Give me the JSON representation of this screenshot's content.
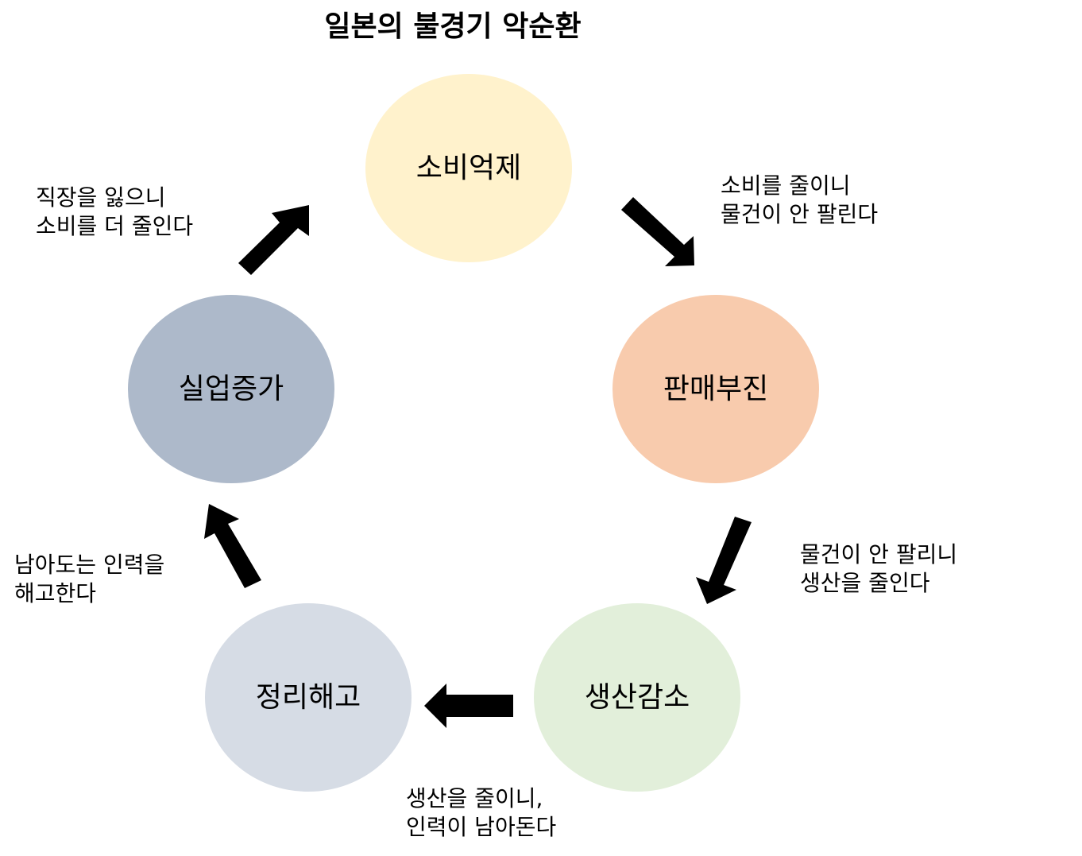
{
  "title": "일본의 불경기 악순환",
  "nodes": {
    "consumption": {
      "label": "소비억제",
      "color": "#fff2cc"
    },
    "sales": {
      "label": "판매부진",
      "color": "#f8cbad"
    },
    "production": {
      "label": "생산감소",
      "color": "#e2efda"
    },
    "layoff": {
      "label": "정리해고",
      "color": "#d6dce5"
    },
    "unemployment": {
      "label": "실업증가",
      "color": "#adb9ca"
    }
  },
  "notes": {
    "consumption_to_sales": {
      "line1": "소비를 줄이니",
      "line2": "물건이 안 팔린다"
    },
    "sales_to_production": {
      "line1": "물건이 안 팔리니",
      "line2": "생산을 줄인다"
    },
    "production_to_layoff": {
      "line1": "생산을 줄이니,",
      "line2": "인력이 남아돈다"
    },
    "layoff_to_unemployment": {
      "line1": "남아도는 인력을",
      "line2": "해고한다"
    },
    "unemployment_to_consumption": {
      "line1": "직장을 잃으니",
      "line2": "소비를 더 줄인다"
    }
  },
  "arrow_color": "#000000"
}
